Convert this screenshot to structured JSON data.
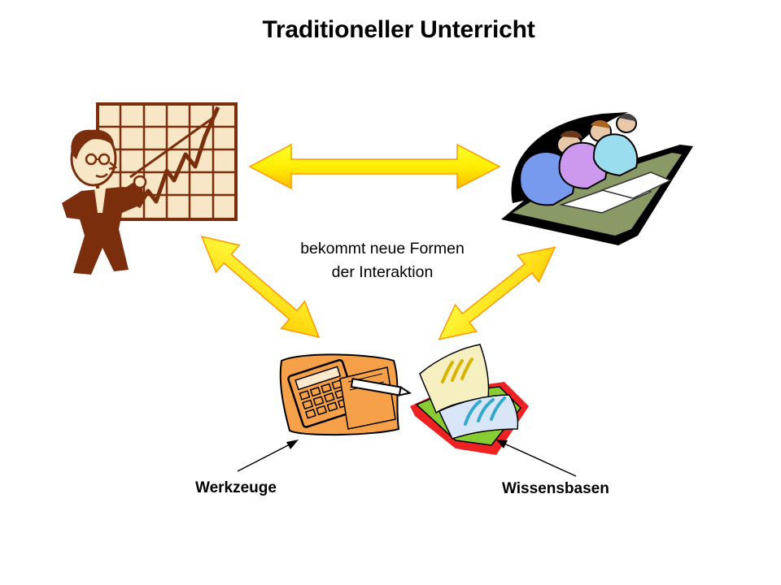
{
  "slide": {
    "title": "Traditioneller Unterricht",
    "caption_line1": "bekommt neue Formen",
    "caption_line2": "der Interaktion",
    "label_tools": "Werkzeuge",
    "label_knowledge": "Wissensbasen"
  },
  "colors": {
    "arrow_fill": "#ffff00",
    "arrow_edge": "#ff9900",
    "teacher": "#7a2e0c",
    "board": "#f7e7c6",
    "paper": "#f7a04a",
    "book_red": "#ee2222",
    "book_green": "#88cc33"
  },
  "icons": {
    "teacher": "teacher-pointing-at-chart-icon",
    "students": "students-at-desk-icon",
    "tools": "calculator-and-pencil-icon",
    "knowledge": "open-book-icon"
  }
}
